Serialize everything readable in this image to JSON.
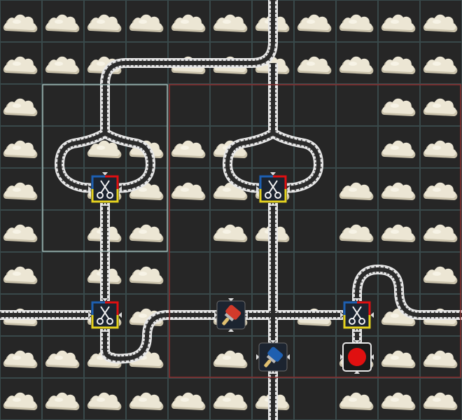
{
  "board": {
    "cols": 11,
    "rows": 10,
    "empty_cells": [
      [
        1,
        2
      ],
      [
        1,
        3
      ],
      [
        1,
        4
      ],
      [
        1,
        5
      ],
      [
        1,
        6
      ],
      [
        1,
        7
      ],
      [
        2,
        2
      ],
      [
        3,
        1
      ],
      [
        3,
        2
      ],
      [
        4,
        2
      ],
      [
        4,
        5
      ],
      [
        4,
        6
      ],
      [
        4,
        7
      ],
      [
        4,
        8
      ],
      [
        5,
        2
      ],
      [
        5,
        6
      ],
      [
        6,
        2
      ],
      [
        6,
        3
      ],
      [
        6,
        6
      ],
      [
        6,
        7
      ],
      [
        6,
        8
      ],
      [
        7,
        2
      ],
      [
        7,
        3
      ],
      [
        7,
        4
      ],
      [
        7,
        5
      ],
      [
        7,
        6
      ],
      [
        7,
        8
      ],
      [
        7,
        9
      ],
      [
        8,
        2
      ],
      [
        8,
        3
      ],
      [
        8,
        6
      ],
      [
        8,
        7
      ],
      [
        9,
        6
      ]
    ]
  },
  "pieces": [
    {
      "kind": "scissors",
      "icon": "scissors-icon",
      "col": 2,
      "row": 4
    },
    {
      "kind": "scissors",
      "icon": "scissors-icon",
      "col": 6,
      "row": 4
    },
    {
      "kind": "scissors",
      "icon": "scissors-icon",
      "col": 2,
      "row": 7
    },
    {
      "kind": "scissors",
      "icon": "scissors-icon",
      "col": 8,
      "row": 7
    },
    {
      "kind": "paint",
      "icon": "red-paintbrush-icon",
      "color": "#d23a2a",
      "col": 5,
      "row": 7
    },
    {
      "kind": "paint",
      "icon": "blue-paintbrush-icon",
      "color": "#1e5fb0",
      "col": 6,
      "row": 8
    },
    {
      "kind": "stop",
      "icon": "red-stop-icon",
      "color": "#e01010",
      "col": 8,
      "row": 8
    }
  ],
  "colors": {
    "background": "#1e2a2b",
    "grid": "#39494a",
    "red": "#e01010",
    "blue": "#1e5fb0",
    "yellow": "#e6d21e",
    "white_region": "#9fb8b4",
    "red_region": "#8e2f2f"
  }
}
